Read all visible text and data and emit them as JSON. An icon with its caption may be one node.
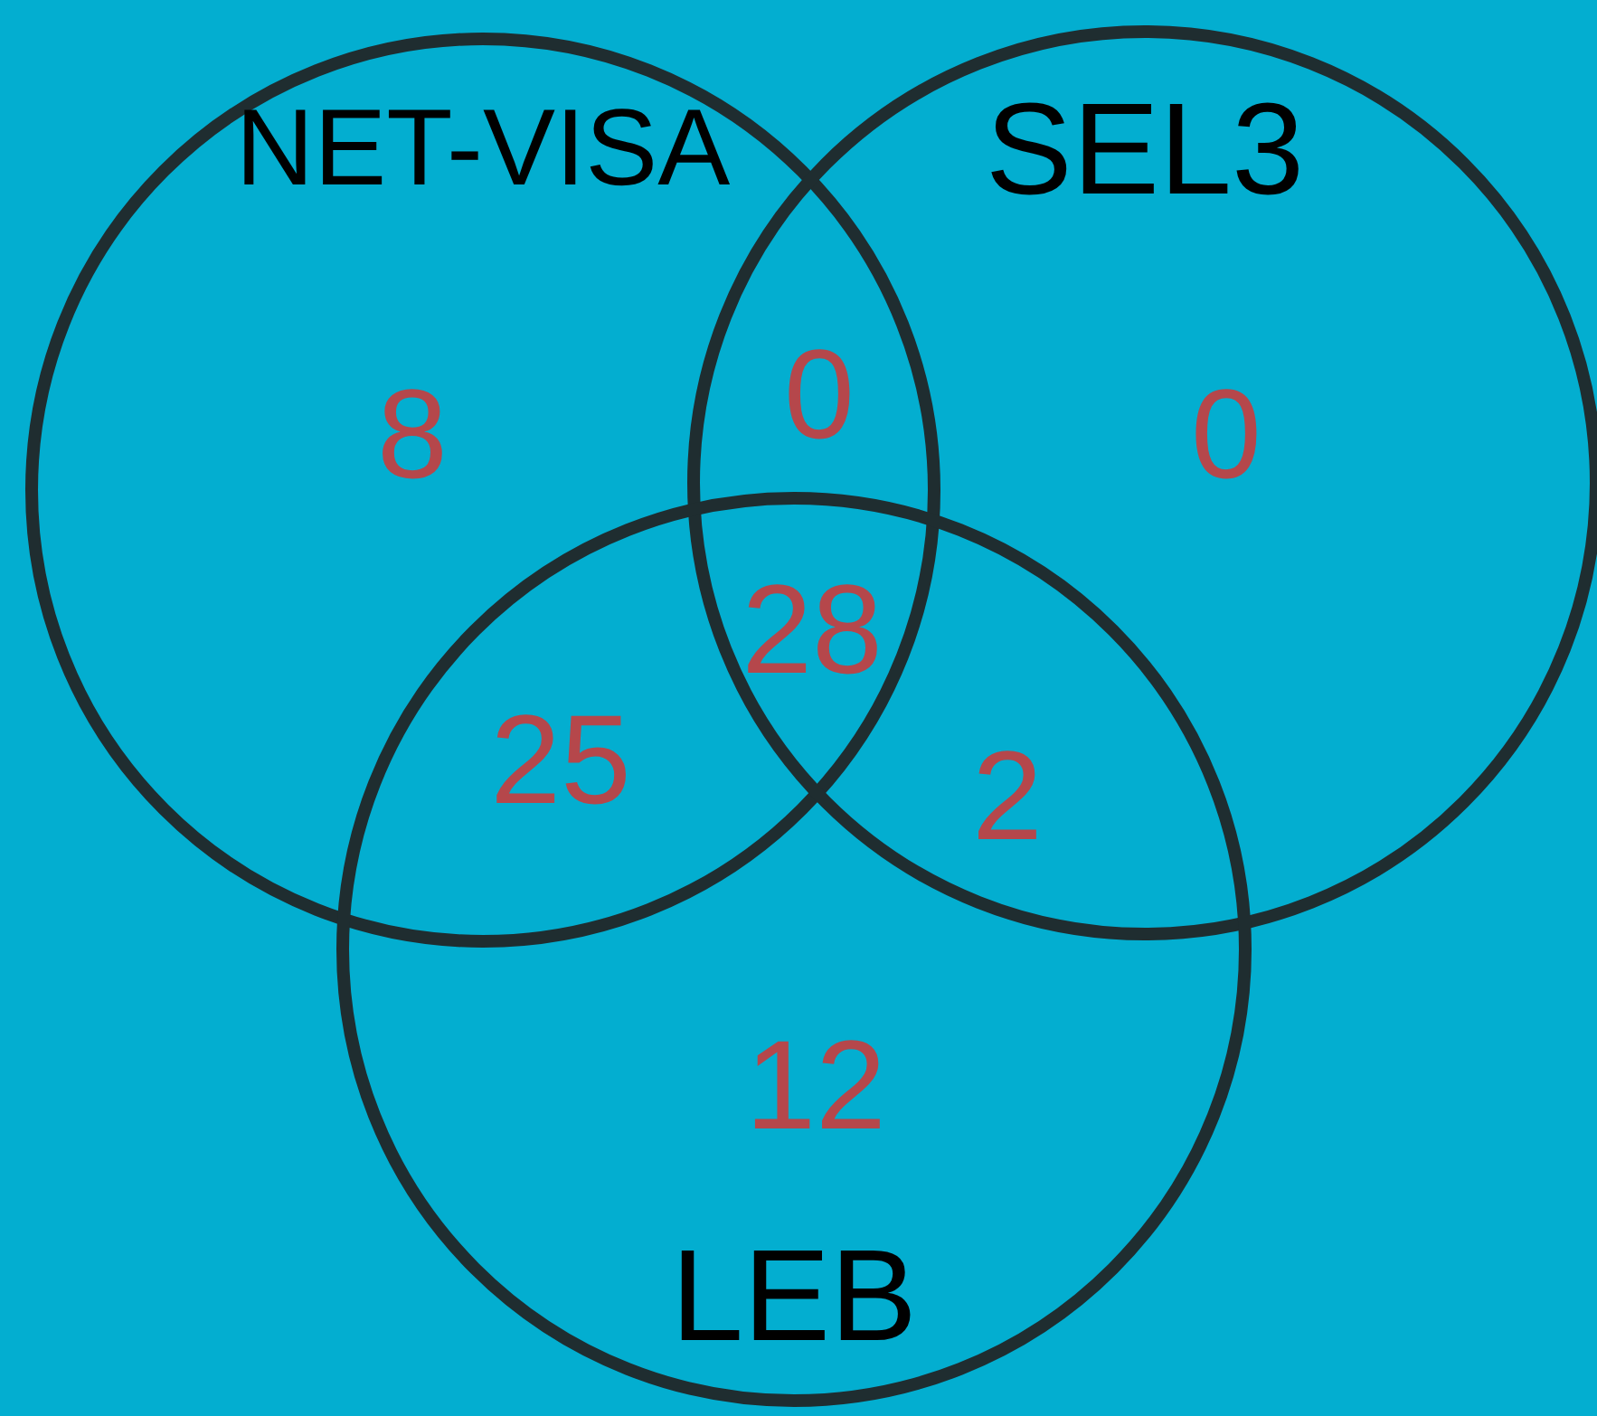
{
  "diagram": {
    "nodes": [
      {
        "text": [
          "NET-VISA"
        ]
      },
      {
        "text": [
          "SEL3"
        ]
      },
      {
        "text": [
          "LEB"
        ]
      }
    ],
    "edges": [],
    "labels": [
      "8",
      "0",
      "0",
      "28",
      "25",
      "2",
      "12"
    ]
  }
}
